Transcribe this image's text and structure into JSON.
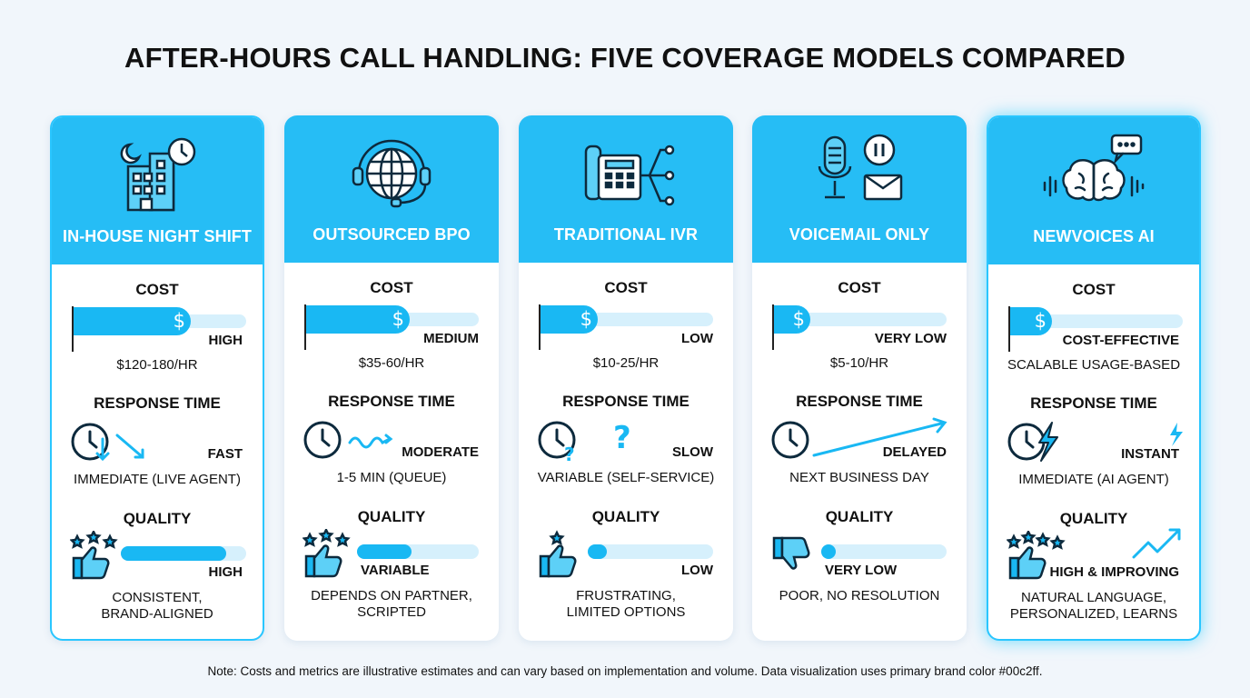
{
  "title": "AFTER-HOURS CALL HANDLING: FIVE COVERAGE MODELS COMPARED",
  "brand_color": "#00c2ff",
  "labels": {
    "cost": "COST",
    "response_time": "RESPONSE TIME",
    "quality": "QUALITY"
  },
  "models": [
    {
      "name": "IN-HOUSE NIGHT SHIFT",
      "icon": "night-building-clock-icon",
      "cost_level": "HIGH",
      "cost_fraction": 0.68,
      "cost_detail": "$120-180/HR",
      "response_level": "FAST",
      "response_detail": "IMMEDIATE (LIVE AGENT)",
      "quality_level": "HIGH",
      "quality_fraction": 0.84,
      "quality_detail_1": "CONSISTENT,",
      "quality_detail_2": "BRAND-ALIGNED"
    },
    {
      "name": "OUTSOURCED BPO",
      "icon": "globe-headset-icon",
      "cost_level": "MEDIUM",
      "cost_fraction": 0.6,
      "cost_detail": "$35-60/HR",
      "response_level": "MODERATE",
      "response_detail": "1-5 MIN (QUEUE)",
      "quality_level": "VARIABLE",
      "quality_fraction": 0.45,
      "quality_detail_1": "DEPENDS ON PARTNER,",
      "quality_detail_2": "SCRIPTED"
    },
    {
      "name": "TRADITIONAL IVR",
      "icon": "desk-phone-tree-icon",
      "cost_level": "LOW",
      "cost_fraction": 0.33,
      "cost_detail": "$10-25/HR",
      "response_level": "SLOW",
      "response_detail": "VARIABLE (SELF-SERVICE)",
      "quality_level": "LOW",
      "quality_fraction": 0.15,
      "quality_detail_1": "FRUSTRATING,",
      "quality_detail_2": "LIMITED OPTIONS"
    },
    {
      "name": "VOICEMAIL ONLY",
      "icon": "microphone-pause-mail-icon",
      "cost_level": "VERY LOW",
      "cost_fraction": 0.2,
      "cost_detail": "$5-10/HR",
      "response_level": "DELAYED",
      "response_detail": "NEXT BUSINESS DAY",
      "quality_level": "VERY LOW",
      "quality_fraction": 0.1,
      "quality_detail_1": "POOR, NO RESOLUTION",
      "quality_detail_2": ""
    },
    {
      "name": "NEWVOICES AI",
      "icon": "ai-brain-chat-icon",
      "cost_level": "COST-EFFECTIVE",
      "cost_fraction": 0.24,
      "cost_detail": "SCALABLE USAGE-BASED",
      "response_level": "INSTANT",
      "response_detail": "IMMEDIATE (AI AGENT)",
      "quality_level": "HIGH & IMPROVING",
      "quality_fraction": 0,
      "quality_detail_1": "NATURAL LANGUAGE,",
      "quality_detail_2": "PERSONALIZED, LEARNS"
    }
  ],
  "note": "Note: Costs and metrics are illustrative estimates and can vary based on implementation and volume. Data visualization uses primary brand color #00c2ff."
}
